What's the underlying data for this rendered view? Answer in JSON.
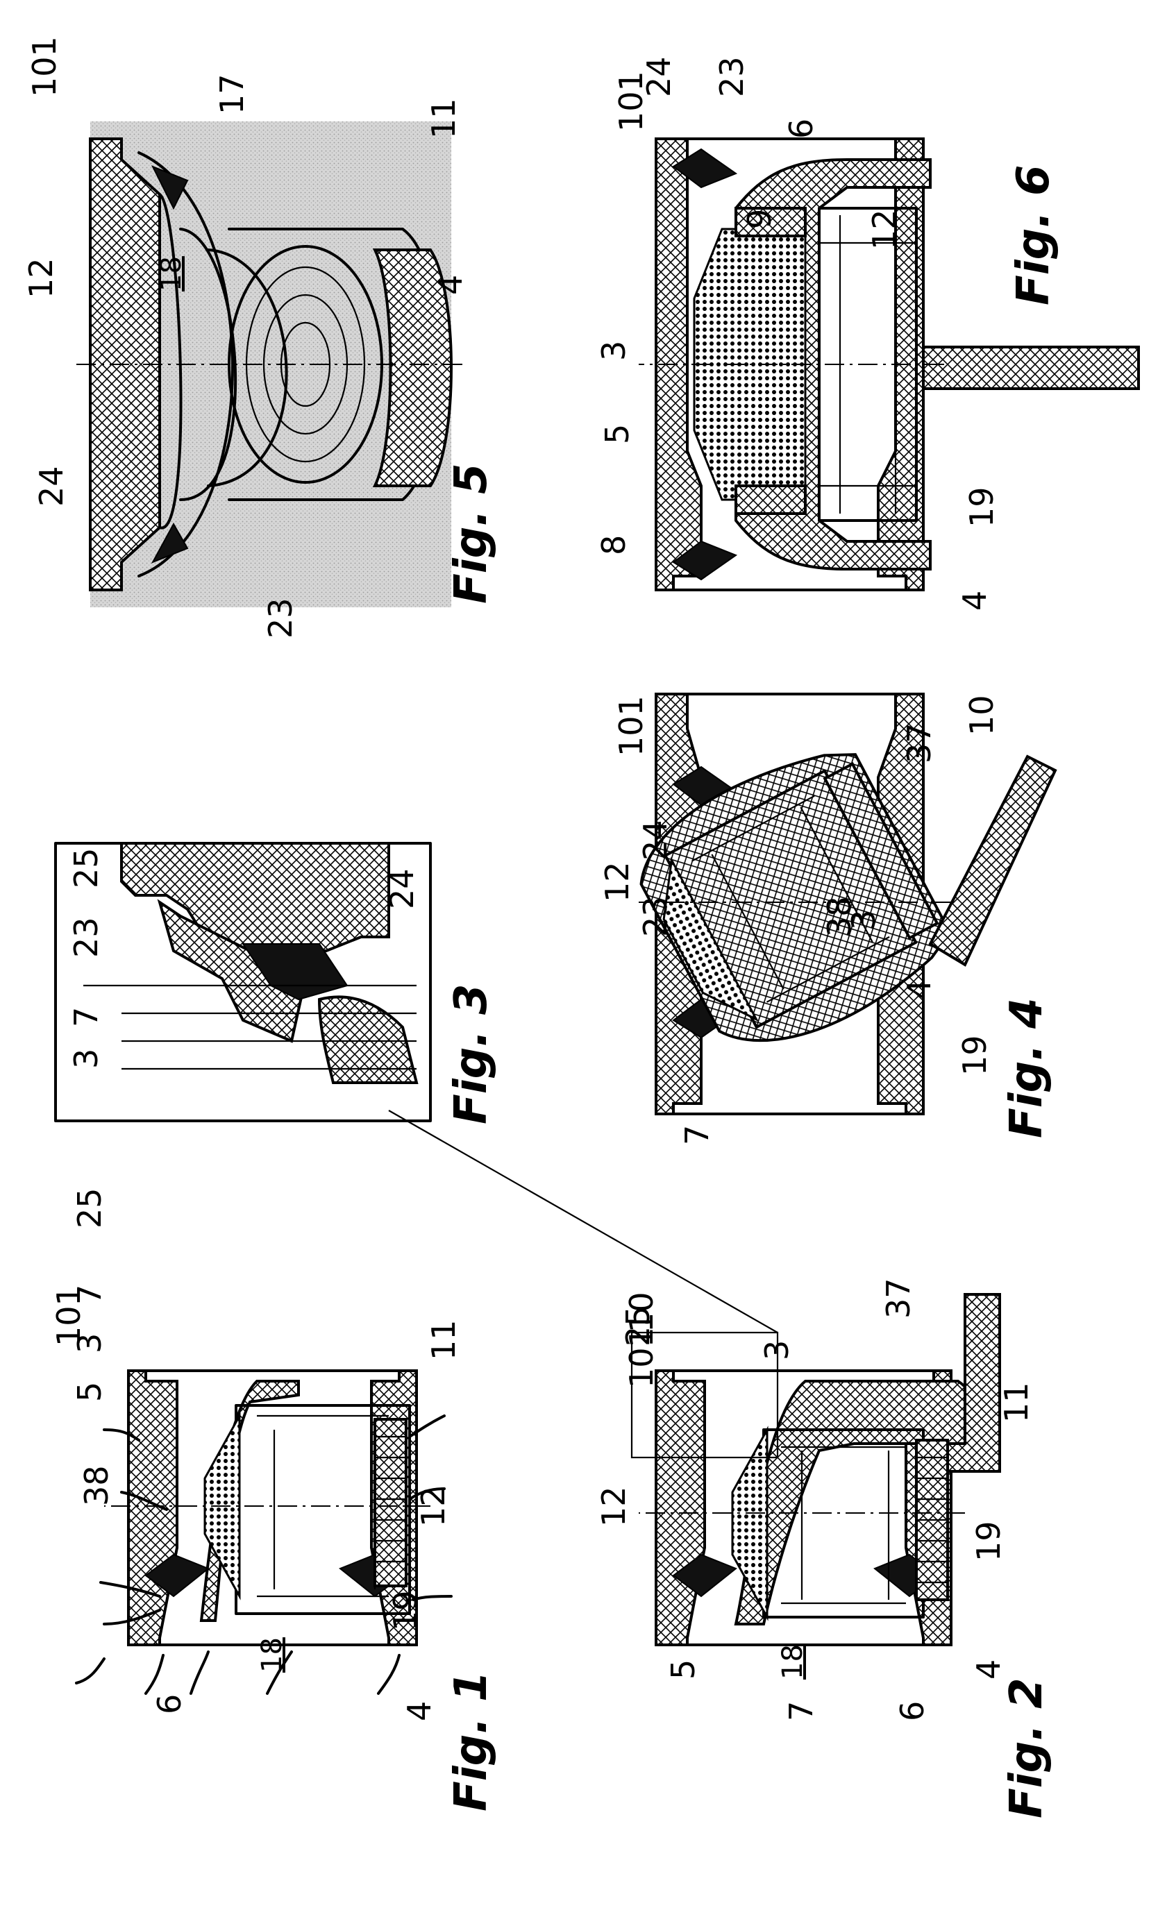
{
  "sheet": {
    "figures": [
      {
        "id": "fig1",
        "caption": "Fig. 1",
        "refs": [
          "101",
          "25",
          "7",
          "3",
          "5",
          "38",
          "11",
          "12",
          "18",
          "4",
          "19",
          "6"
        ]
      },
      {
        "id": "fig2",
        "caption": "Fig. 2",
        "refs": [
          "101",
          "25",
          "10",
          "3",
          "37",
          "11",
          "12",
          "18",
          "19",
          "4",
          "5",
          "7",
          "6"
        ]
      },
      {
        "id": "fig3",
        "caption": "Fig. 3",
        "refs": [
          "25",
          "23",
          "7",
          "3",
          "24"
        ]
      },
      {
        "id": "fig4",
        "caption": "Fig. 4",
        "refs": [
          "101",
          "23",
          "38",
          "24",
          "3",
          "37",
          "10",
          "12",
          "4",
          "19",
          "7"
        ]
      },
      {
        "id": "fig5",
        "caption": "Fig. 5",
        "refs": [
          "101",
          "17",
          "11",
          "12",
          "18",
          "4",
          "24",
          "23"
        ]
      },
      {
        "id": "fig6",
        "caption": "Fig. 6",
        "refs": [
          "101",
          "24",
          "23",
          "6",
          "9",
          "12",
          "3",
          "5",
          "8",
          "4",
          "19"
        ]
      }
    ]
  },
  "colors": {
    "ink": "#000000",
    "paper": "#ffffff",
    "shade": "#c8c8c8"
  }
}
